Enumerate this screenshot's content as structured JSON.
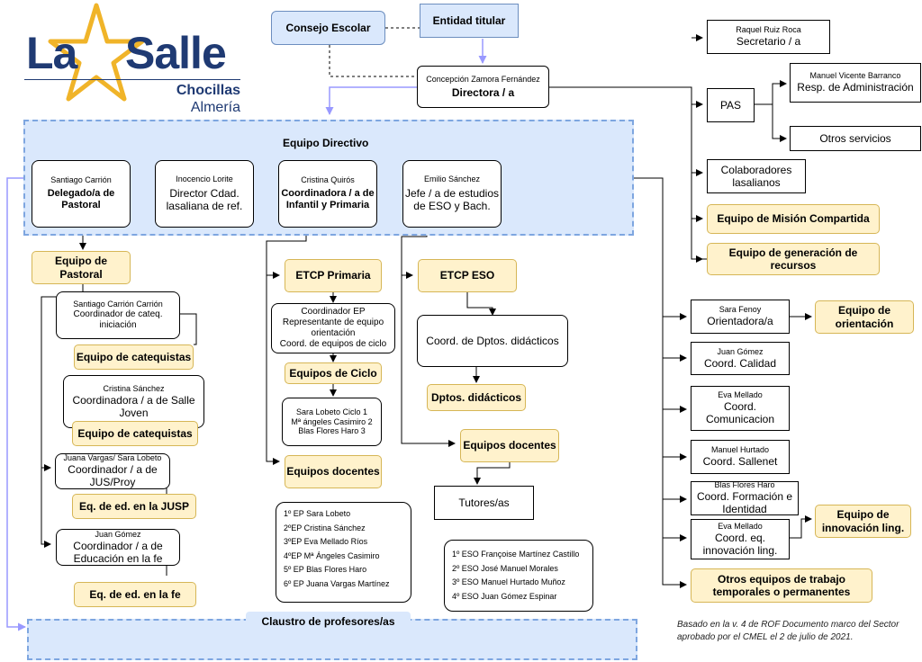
{
  "logo": {
    "word_left": "La",
    "word_right": "Salle",
    "campus": "Chocillas",
    "city": "Almería"
  },
  "top": {
    "consejo": "Consejo Escolar",
    "entidad": "Entidad titular",
    "directora_name": "Concepción Zamora Fernández",
    "directora_role": "Directora / a"
  },
  "right": {
    "secretario_name": "Raquel Ruiz Roca",
    "secretario_role": "Secretario / a",
    "pas": "PAS",
    "admin_name": "Manuel Vicente Barranco",
    "admin_role": "Resp. de Administración",
    "otros_servicios": "Otros servicios",
    "colaboradores": "Colaboradores lasalianos",
    "mision": "Equipo de Misión Compartida",
    "recursos": "Equipo de generación de recursos",
    "orientadora_name": "Sara Fenoy",
    "orientadora_role": "Orientadora/a",
    "eq_orientacion": "Equipo de orientación",
    "calidad_name": "Juan Gómez",
    "calidad_role": "Coord. Calidad",
    "comunic_name": "Eva Mellado",
    "comunic_role": "Coord. Comunicacion",
    "sallenet_name": "Manuel Hurtado",
    "sallenet_role": "Coord. Sallenet",
    "formacion_name": "Blas Flores Haro",
    "formacion_role": "Coord. Formación e Identidad",
    "innov_name": "Eva Mellado",
    "innov_role": "Coord. eq. innovación ling.",
    "eq_innov": "Equipo de innovación ling.",
    "otros_equipos": "Otros equipos de trabajo temporales o permanentes"
  },
  "directivo": {
    "title": "Equipo Directivo",
    "members": [
      {
        "name": "Santiago Carrión",
        "role": "Delegado/a de Pastoral"
      },
      {
        "name": "Inocencio Lorite",
        "role": "Director Cdad. lasaliana de ref."
      },
      {
        "name": "Cristina Quirós",
        "role": "Coordinadora / a de Infantil y Primaria"
      },
      {
        "name": "Emilio Sánchez",
        "role": "Jefe / a de estudios de ESO y Bach."
      }
    ]
  },
  "pastoral": {
    "title": "Equipo de Pastoral",
    "b1_name": "Santiago Carrión Carrión",
    "b1_role": "Coordinador de cateq. iniciación",
    "cateq1": "Equipo de catequistas",
    "b2_name": "Cristina Sánchez",
    "b2_role": "Coordinadora / a de Salle Joven",
    "cateq2": "Equipo de catequistas",
    "b3_name": "Juana Vargas/ Sara Lobeto",
    "b3_role": "Coordinador / a de JUS/Proy",
    "jusp": "Eq. de ed. en la JUSP",
    "b4_name": "Juan Gómez",
    "b4_role": "Coordinador / a de Educación en la fe",
    "fe": "Eq. de ed. en la fe"
  },
  "primaria": {
    "etcp": "ETCP Primaria",
    "coord_lines": [
      "Coordinador EP",
      "Representante de equipo orientación",
      "Coord. de equipos de ciclo"
    ],
    "ciclo": "Equipos de Ciclo",
    "ciclo_lines": [
      "Sara Lobeto Ciclo 1",
      "Mª ángeles Casimiro 2",
      "Blas Flores Haro 3"
    ],
    "docentes": "Equipos docentes",
    "tutores": [
      "1º EP Sara Lobeto",
      "2ºEP Cristina Sánchez",
      "3ºEP Eva Mellado Ríos",
      "4ºEP Mª Ángeles Casimiro",
      "5º EP Blas Flores Haro",
      "6º EP Juana Vargas Martínez"
    ]
  },
  "eso": {
    "etcp": "ETCP ESO",
    "coord": "Coord. de Dptos. didácticos",
    "dptos": "Dptos. didácticos",
    "docentes": "Equipos docentes",
    "tutores_label": "Tutores/as",
    "tutores": [
      "1º ESO Françoise Martínez Castillo",
      "2º ESO José Manuel Morales",
      "3º ESO Manuel Hurtado Muñoz",
      "4º ESO Juan Gómez Espinar"
    ]
  },
  "claustro": "Claustro de profesores/as",
  "note": [
    "Basado en la v. 4 de ROF Documento marco del Sector",
    "aprobado por el CMEL el 2 de julio de 2021."
  ],
  "colors": {
    "blue_fill": "#dae8fc",
    "blue_stroke": "#6c8ebf",
    "yellow_fill": "#fff2cc",
    "yellow_stroke": "#d6b656",
    "purple_arrow": "#9999ff",
    "brand_blue": "#1f3a73",
    "brand_gold": "#f0b429"
  }
}
